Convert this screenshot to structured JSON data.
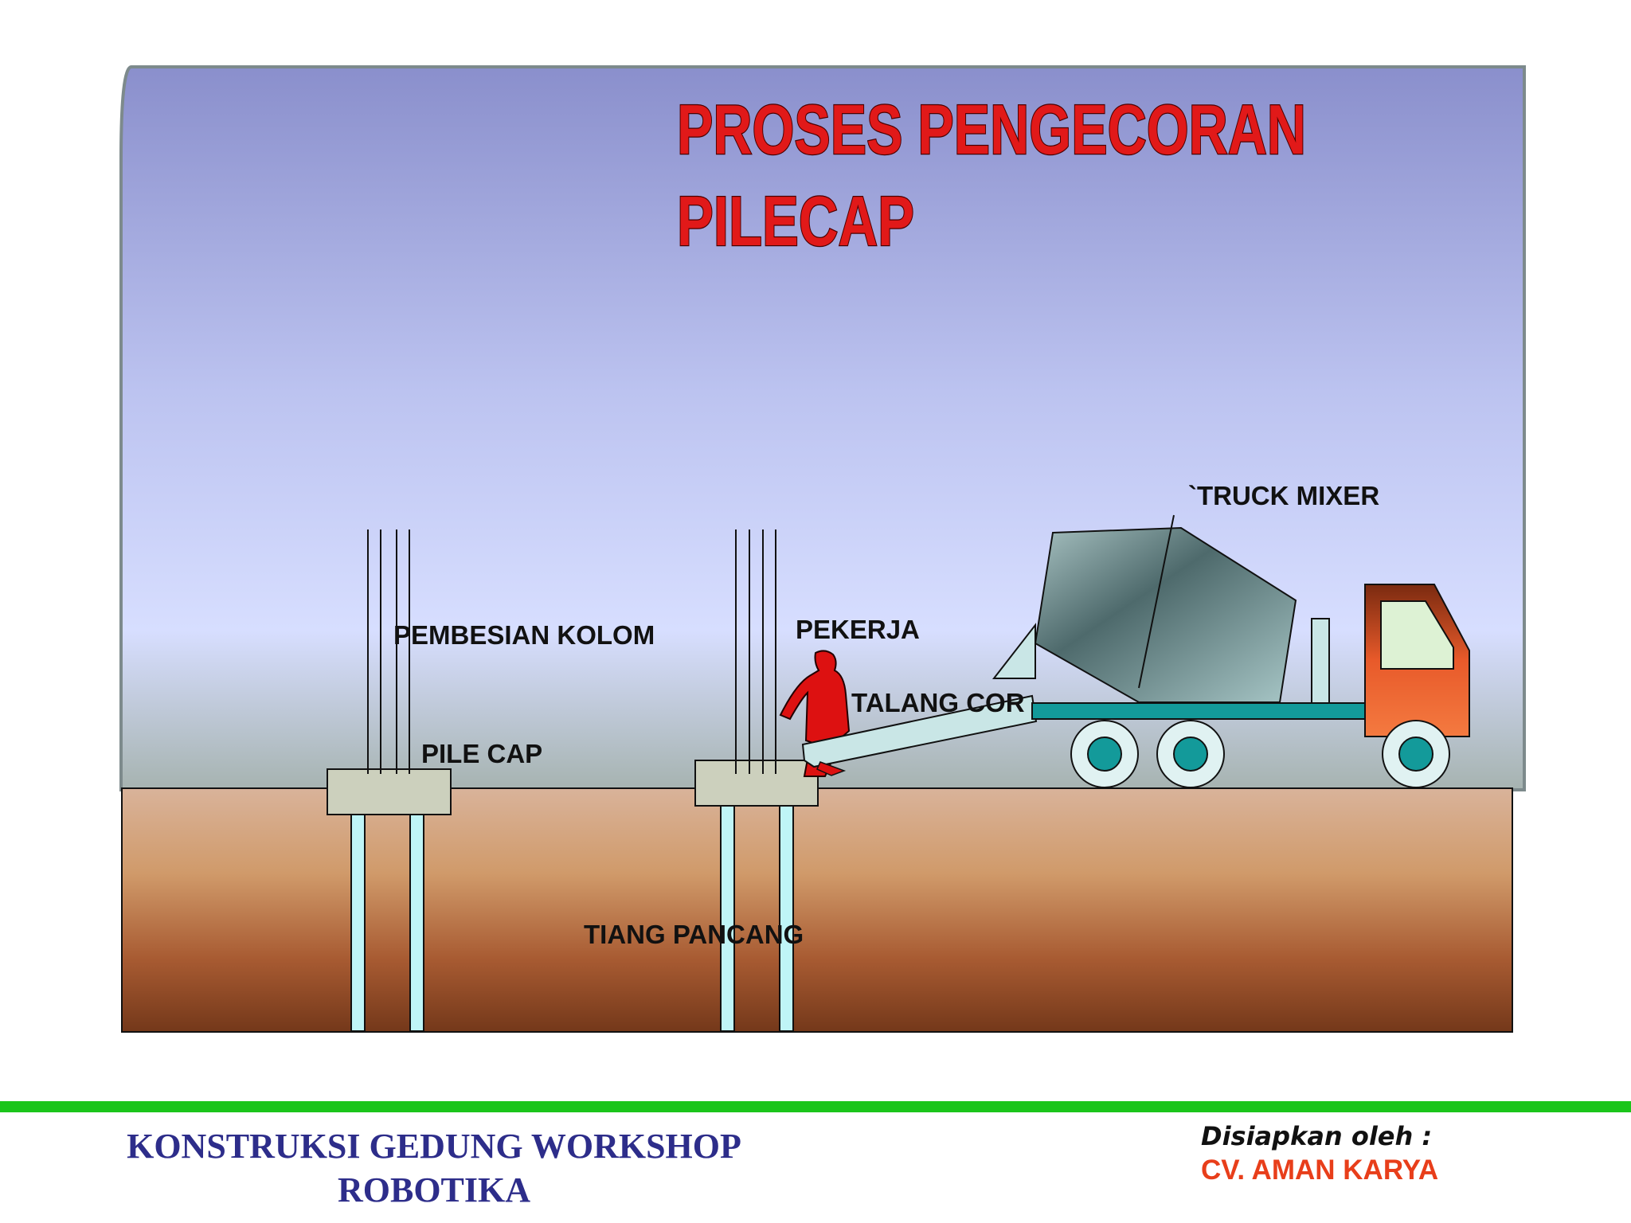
{
  "title": {
    "line1": "PROSES PENGECORAN",
    "line2": "PILECAP"
  },
  "labels": {
    "pembesian_kolom": "PEMBESIAN KOLOM",
    "pekerja": "PEKERJA",
    "talang_cor": "TALANG COR",
    "pile_cap": "PILE CAP",
    "tiang_pancang": "TIANG PANCANG",
    "truck_mixer": "`TRUCK MIXER"
  },
  "footer": {
    "project_line1": "KONSTRUKSI GEDUNG WORKSHOP",
    "project_line2": "ROBOTIKA",
    "prepared_by": "Disiapkan oleh :",
    "company": "CV. AMAN KARYA"
  },
  "colors": {
    "title_red": "#e11919",
    "sky_top": "#8a8fcc",
    "sky_bottom": "#d7deff",
    "soil_top": "#d6ad8a",
    "soil_bottom": "#7a3a1c",
    "worker_red": "#dd1111",
    "divider_green": "#1bc51b",
    "footer_blue": "#2d2d8a",
    "company_orange": "#e83e1a"
  },
  "icons": {
    "worker": "person-figure-icon",
    "truck": "concrete-mixer-truck-icon"
  }
}
